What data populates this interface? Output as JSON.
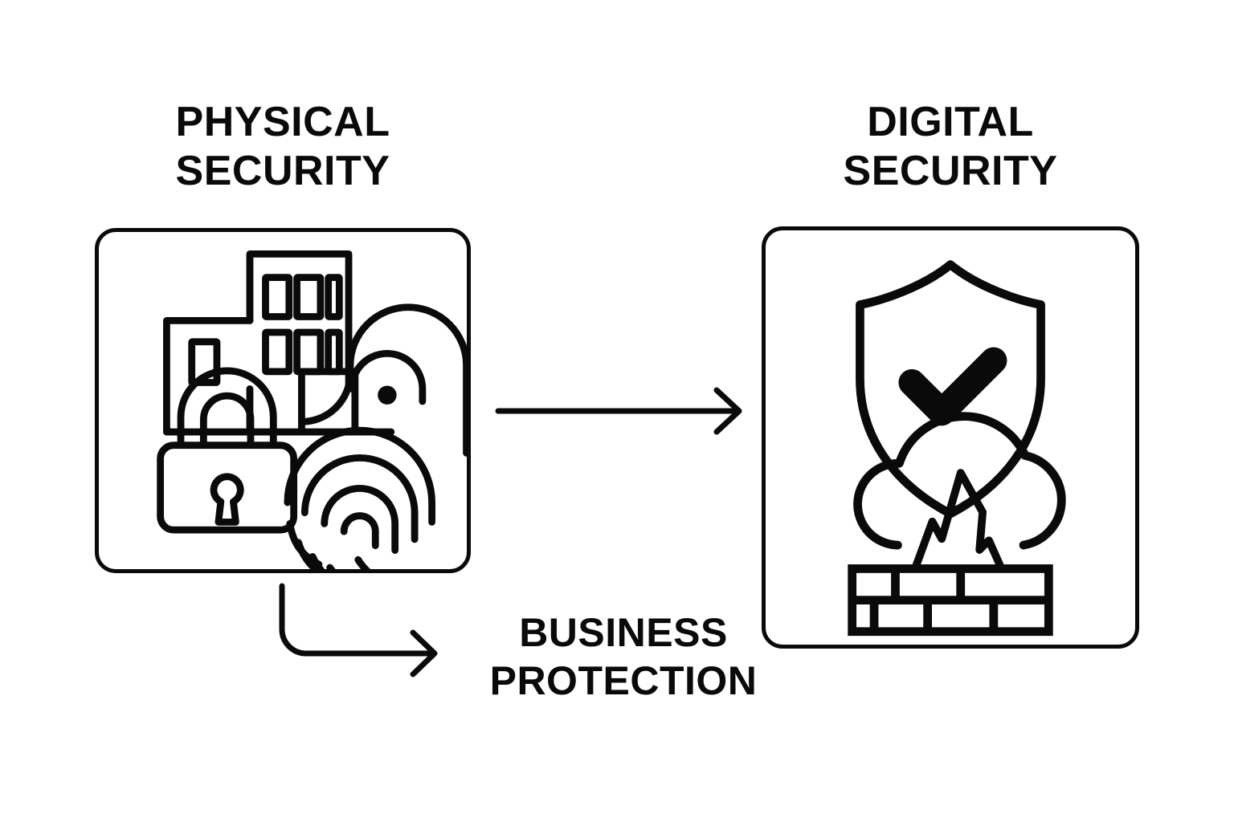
{
  "diagram": {
    "background_color": "#ffffff",
    "line_color": "#0a0a0a",
    "flow_description": "Physical security and digital security combine to deliver business protection"
  },
  "left_card": {
    "title": "PHYSICAL\nSECURITY",
    "icon_name": "building-padlock-fingerprint-icon",
    "icon_elements": [
      "office-building",
      "padlock",
      "fingerprint"
    ]
  },
  "right_card": {
    "title": "DIGITAL\nSECURITY",
    "icon_name": "shield-check-firewall-icon",
    "icon_elements": [
      "shield-with-checkmark",
      "cloud-firewall-brick-wall"
    ]
  },
  "connectors": {
    "horizontal_arrow": {
      "name": "physical-to-digital-arrow",
      "direction": "right",
      "from": "PHYSICAL SECURITY",
      "to": "DIGITAL SECURITY"
    },
    "elbow_arrow": {
      "name": "physical-to-outcome-arrow",
      "direction": "down-right",
      "from": "PHYSICAL SECURITY",
      "to": "BUSINESS PROTECTION"
    }
  },
  "outcome": {
    "label": "BUSINESS\nPROTECTION",
    "name": "business-protection-label"
  }
}
